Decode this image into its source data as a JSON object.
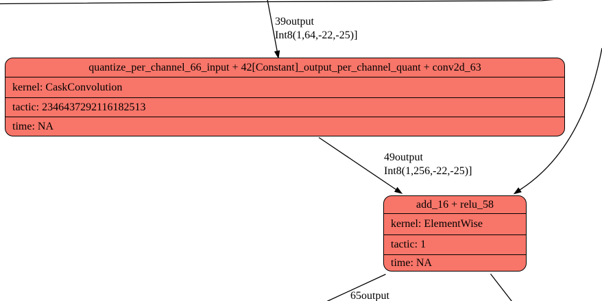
{
  "colors": {
    "background": "#ffffff",
    "node_fill": "#f87569",
    "node_border": "#000000",
    "edge": "#000000",
    "text": "#000000"
  },
  "nodes": {
    "conv": {
      "title": "quantize_per_channel_66_input + 42[Constant]_output_per_channel_quant + conv2d_63",
      "rows": {
        "kernel": "kernel: CaskConvolution",
        "tactic": "tactic: 2346437292116182513",
        "time": "time: NA"
      }
    },
    "add": {
      "title": "add_16 + relu_58",
      "rows": {
        "kernel": "kernel: ElementWise",
        "tactic": "tactic: 1",
        "time": "time: NA"
      }
    }
  },
  "edges": {
    "e39": {
      "label_line1": "39output",
      "label_line2": "Int8(1,64,-22,-25)]"
    },
    "e49": {
      "label_line1": "49output",
      "label_line2": "Int8(1,256,-22,-25)]"
    },
    "e65": {
      "label_line1": "65output"
    }
  }
}
